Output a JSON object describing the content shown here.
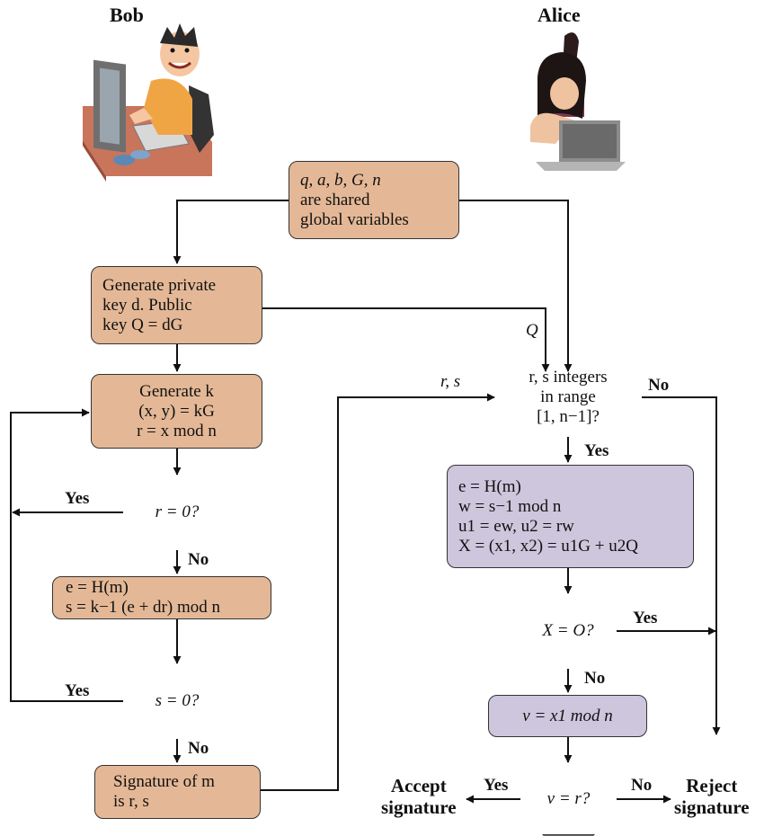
{
  "actors": {
    "bob": "Bob",
    "alice": "Alice"
  },
  "colors": {
    "bob_box": "#e4b896",
    "bob_decision": "#9e5d4d",
    "alice_box": "#cdc6dd",
    "alice_decision": "#8e6a7a",
    "line": "#111111"
  },
  "icons": {
    "bob": "person-at-desktop-computer-illustration",
    "alice": "woman-with-laptop-illustration"
  },
  "nodes": {
    "globals": {
      "l1": "q, a, b, G, n",
      "l2": "are shared",
      "l3": "global variables"
    },
    "gen_key": {
      "l1": "Generate private",
      "l2": "key d. Public",
      "l3": "key  Q = dG"
    },
    "gen_k": {
      "l1": "Generate k",
      "l2": "(x, y) = kG",
      "l3": "r = x mod n"
    },
    "r_zero": {
      "text": "r = 0?"
    },
    "compute_s": {
      "l1": "e = H(m)",
      "l2": "s = k−1 (e + dr) mod n"
    },
    "s_zero": {
      "text": "s = 0?"
    },
    "signature": {
      "l1": "Signature of m",
      "l2": "is r, s"
    },
    "range": {
      "l1": "r, s integers",
      "l2": "in range",
      "l3": "[1, n−1]?"
    },
    "verify": {
      "l1": "e = H(m)",
      "l2": "w = s−1 mod n",
      "l3": "u1 = ew, u2 = rw",
      "l4": "X = (x1, x2) = u1G + u2Q"
    },
    "x_zero": {
      "text": "X = O?"
    },
    "v_calc": {
      "text": "v = x1 mod n"
    },
    "v_eq_r": {
      "text": "v = r?"
    }
  },
  "edge_labels": {
    "r_zero_yes": "Yes",
    "r_zero_no": "No",
    "s_zero_yes": "Yes",
    "s_zero_no": "No",
    "q_label": "Q",
    "rs_label": "r, s",
    "range_yes": "Yes",
    "range_no": "No",
    "x_zero_yes": "Yes",
    "x_zero_no": "No",
    "v_yes": "Yes",
    "v_no": "No"
  },
  "outcomes": {
    "accept": {
      "l1": "Accept",
      "l2": "signature"
    },
    "reject": {
      "l1": "Reject",
      "l2": "signature"
    }
  }
}
